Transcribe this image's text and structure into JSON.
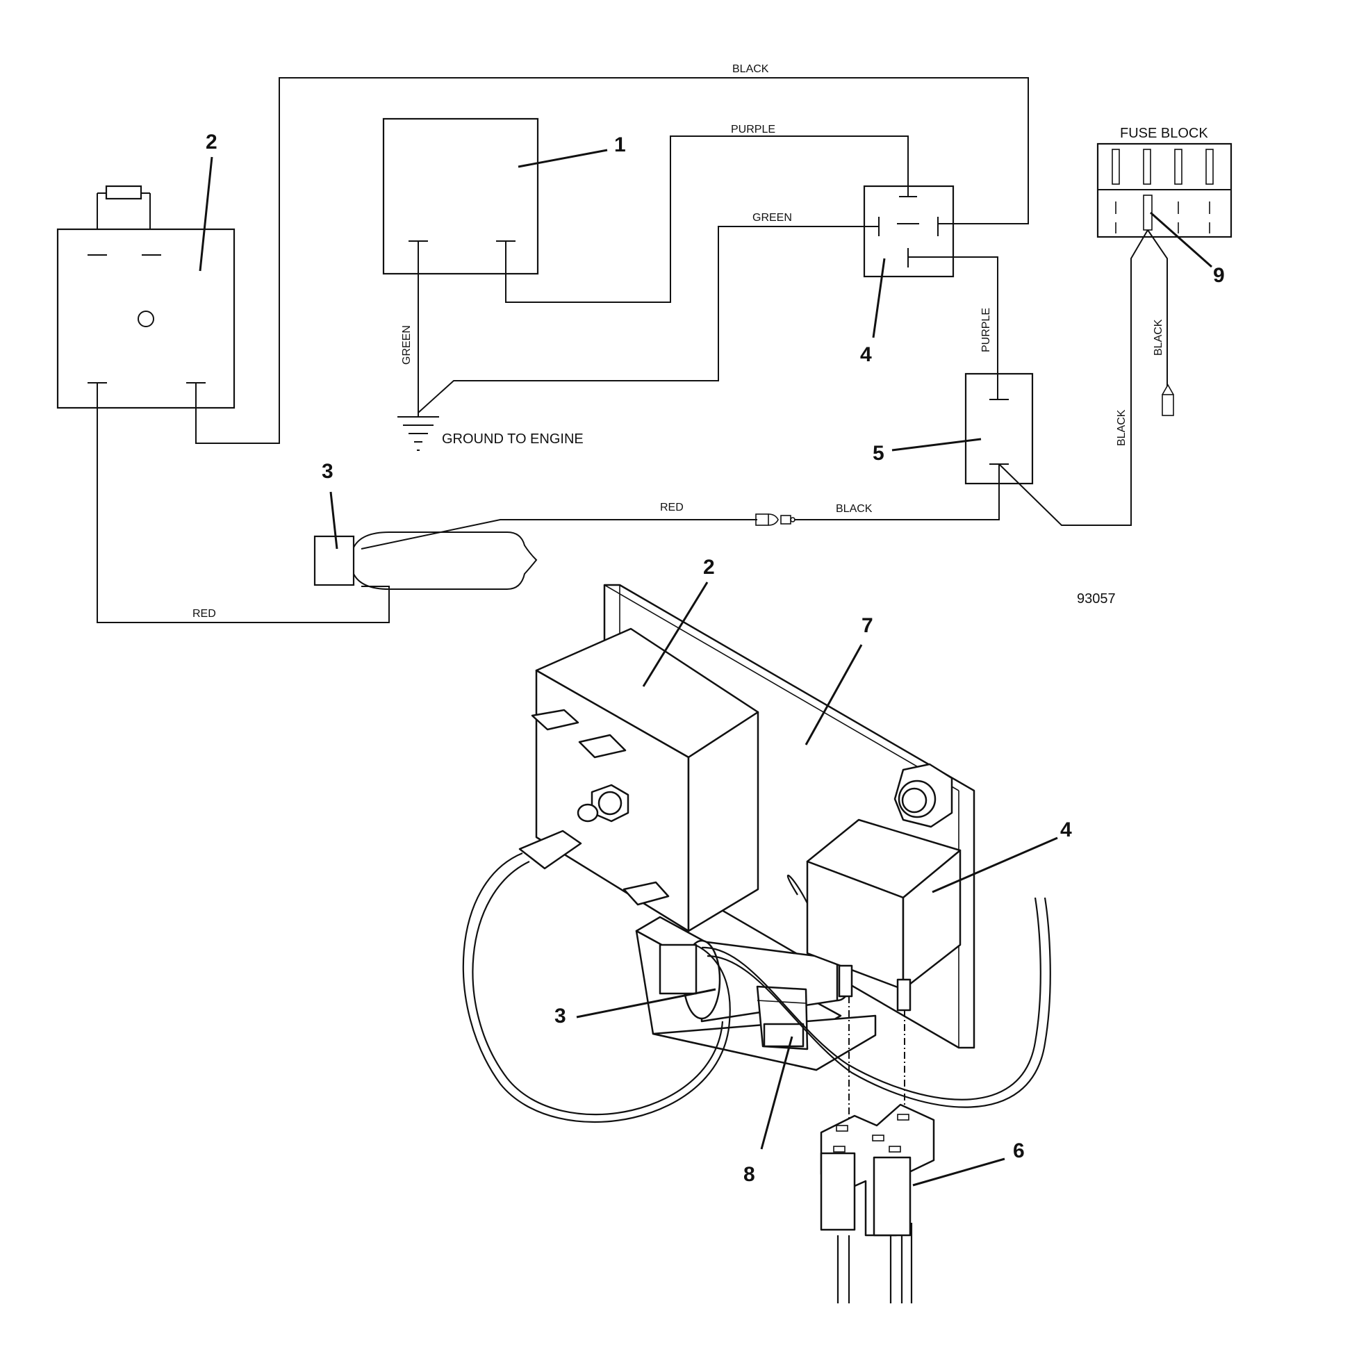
{
  "wire_labels": {
    "top_black": "BLACK",
    "top_purple": "PURPLE",
    "mid_green": "GREEN",
    "vertical_green": "GREEN",
    "right_purple": "PURPLE",
    "lower_red": "RED",
    "lower_black": "BLACK",
    "bottom_red": "RED",
    "fuse_black_1": "BLACK",
    "fuse_black_2": "BLACK"
  },
  "ground_label": "GROUND TO ENGINE",
  "fuse_block_label": "FUSE BLOCK",
  "drawing_number": "93057",
  "callouts": {
    "c1": "1",
    "c2_schematic": "2",
    "c3_schematic": "3",
    "c4_schematic": "4",
    "c5": "5",
    "c9": "9",
    "c2_assembly": "2",
    "c7": "7",
    "c4_assembly": "4",
    "c3_assembly": "3",
    "c8": "8",
    "c6": "6"
  }
}
